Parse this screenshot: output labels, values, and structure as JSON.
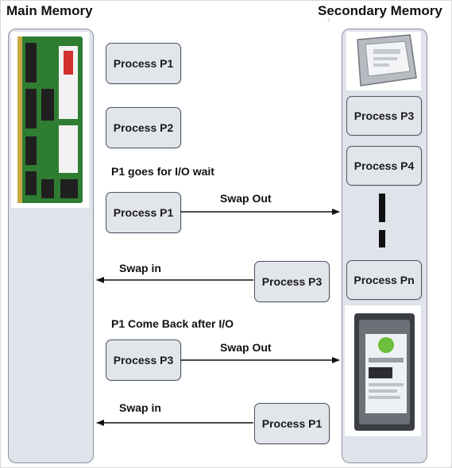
{
  "headings": {
    "main_memory": "Main Memory",
    "secondary_memory": "Secondary Memory"
  },
  "main_memory_boxes": {
    "p1_top": "Process P1",
    "p2": "Process P2",
    "p1_swap": "Process P1",
    "p3_swap": "Process P3"
  },
  "secondary_memory_boxes": {
    "p3": "Process P3",
    "p4": "Process P4",
    "pn": "Process Pn"
  },
  "moving_boxes": {
    "p3_in": "Process P3",
    "p1_in": "Process P1"
  },
  "annotations": {
    "io_wait": "P1 goes for I/O wait",
    "come_back": "P1 Come Back after I/O",
    "swap_out_1": "Swap Out",
    "swap_in_1": "Swap in",
    "swap_out_2": "Swap Out",
    "swap_in_2": "Swap in"
  },
  "images": {
    "ram_module": "ram-stick-icon",
    "laptop_hdd": "laptop-hard-drive-icon",
    "desktop_hdd": "desktop-hard-drive-icon"
  },
  "colors": {
    "column_fill": "#dfe3ea",
    "box_fill": "#e2e5ea",
    "ram_green": "#2f7d32",
    "arrow": "#111111"
  }
}
